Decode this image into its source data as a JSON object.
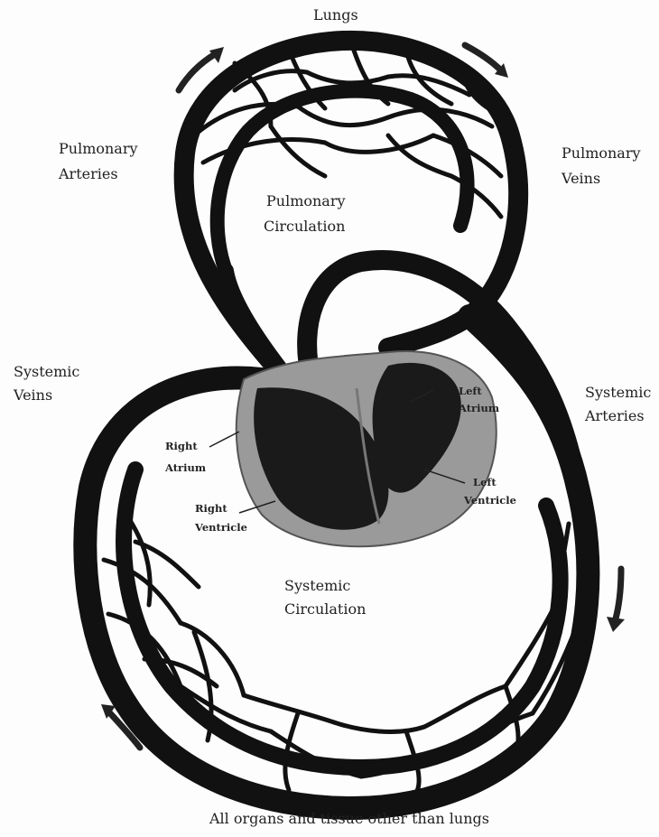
{
  "labels": {
    "lungs": "Lungs",
    "pulmonary_arteries_line1": "Pulmonary",
    "pulmonary_arteries_line2": "Arteries",
    "pulmonary_veins_line1": "Pulmonary",
    "pulmonary_veins_line2": "Veins",
    "pulmonary_circulation_line1": "Pulmonary",
    "pulmonary_circulation_line2": "Circulation",
    "systemic_veins_line1": "Systemic",
    "systemic_veins_line2": "Veins",
    "systemic_arteries_line1": "Systemic",
    "systemic_arteries_line2": "Arteries",
    "left_atrium_line1": "Left",
    "left_atrium_line2": "Atrium",
    "right_atrium_line1": "Right",
    "right_atrium_line2": "Atrium",
    "left_ventricle_line1": "Left",
    "left_ventricle_line2": "Ventricle",
    "right_ventricle_line1": "Right",
    "right_ventricle_line2": "Ventricle",
    "systemic_circulation_line1": "Systemic",
    "systemic_circulation_line2": "Circulation",
    "caption": "All organs and tissue other than lungs"
  },
  "colors": {
    "vessel": "#111111",
    "heart_wall": "#9a9a9a",
    "heart_chamber": "#1a1a1a",
    "background": "#fdfdfd"
  }
}
